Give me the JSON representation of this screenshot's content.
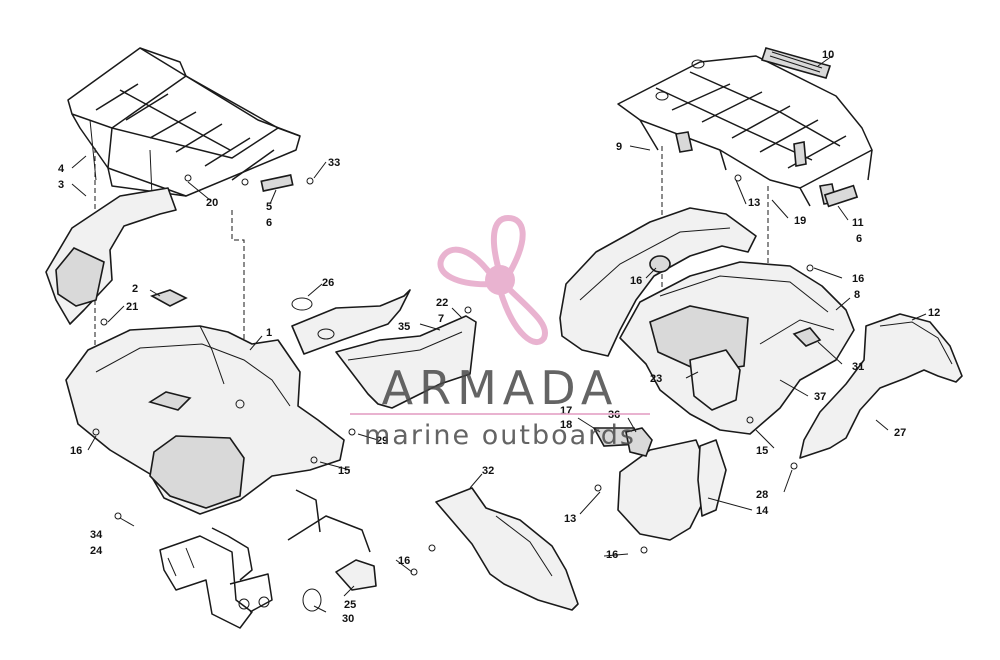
{
  "callouts": [
    "1",
    "2",
    "3",
    "4",
    "5",
    "6",
    "6",
    "7",
    "8",
    "9",
    "10",
    "11",
    "12",
    "13",
    "13",
    "14",
    "15",
    "15",
    "16",
    "16",
    "16",
    "16",
    "16",
    "17",
    "18",
    "19",
    "20",
    "21",
    "22",
    "23",
    "24",
    "25",
    "26",
    "27",
    "28",
    "29",
    "30",
    "31",
    "32",
    "33",
    "34",
    "35",
    "36",
    "37"
  ],
  "watermark": {
    "brand": "ARMADA",
    "tagline": "marine outboards",
    "logo_icon": "propeller-icon",
    "logo_color": "#e6a6c8",
    "line_color": "#e6a6c8"
  }
}
